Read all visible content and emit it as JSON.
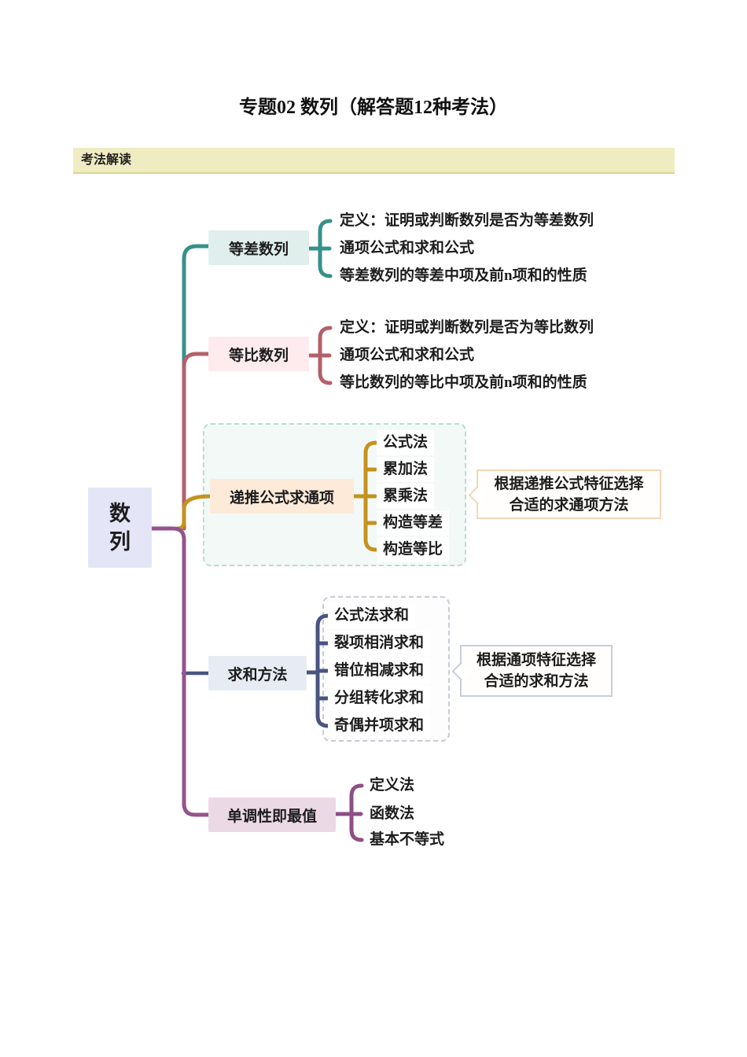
{
  "page": {
    "title": "专题02 数列（解答题12种考法）"
  },
  "banner": {
    "label": "考法解读"
  },
  "root": {
    "label": "数列",
    "char1": "数",
    "char2": "列"
  },
  "branches": [
    {
      "label": "等差数列",
      "items": [
        "定义：证明或判断数列是否为等差数列",
        "通项公式和求和公式",
        "等差数列的等差中项及前n项和的性质"
      ]
    },
    {
      "label": "等比数列",
      "items": [
        "定义：证明或判断数列是否为等比数列",
        "通项公式和求和公式",
        "等比数列的等比中项及前n项和的性质"
      ]
    },
    {
      "label": "递推公式求通项",
      "items": [
        "公式法",
        "累加法",
        "累乘法",
        "构造等差",
        "构造等比"
      ],
      "note_line1": "根据递推公式特征选择",
      "note_line2": "合适的求通项方法"
    },
    {
      "label": "求和方法",
      "items": [
        "公式法求和",
        "裂项相消求和",
        "错位相减求和",
        "分组转化求和",
        "奇偶并项求和"
      ],
      "note_line1": "根据通项特征选择",
      "note_line2": "合适的求和方法"
    },
    {
      "label": "单调性即最值",
      "items": [
        "定义法",
        "函数法",
        "基本不等式"
      ]
    }
  ],
  "colors": {
    "branch_arithmetic": "#35918a",
    "branch_geometric": "#b4606b",
    "branch_recursive": "#c4921f",
    "branch_summation": "#4a5482",
    "branch_monotonic": "#95538e",
    "banner_bg": "#f0ecc2",
    "root_bg": "#e5e5f8",
    "node_arithmetic_bg": "#e0efec",
    "node_geometric_bg": "#fdebee",
    "node_recursive_bg": "#fdead9",
    "node_summation_bg": "#e7ecf4",
    "node_monotonic_bg": "#ecd9e6"
  }
}
